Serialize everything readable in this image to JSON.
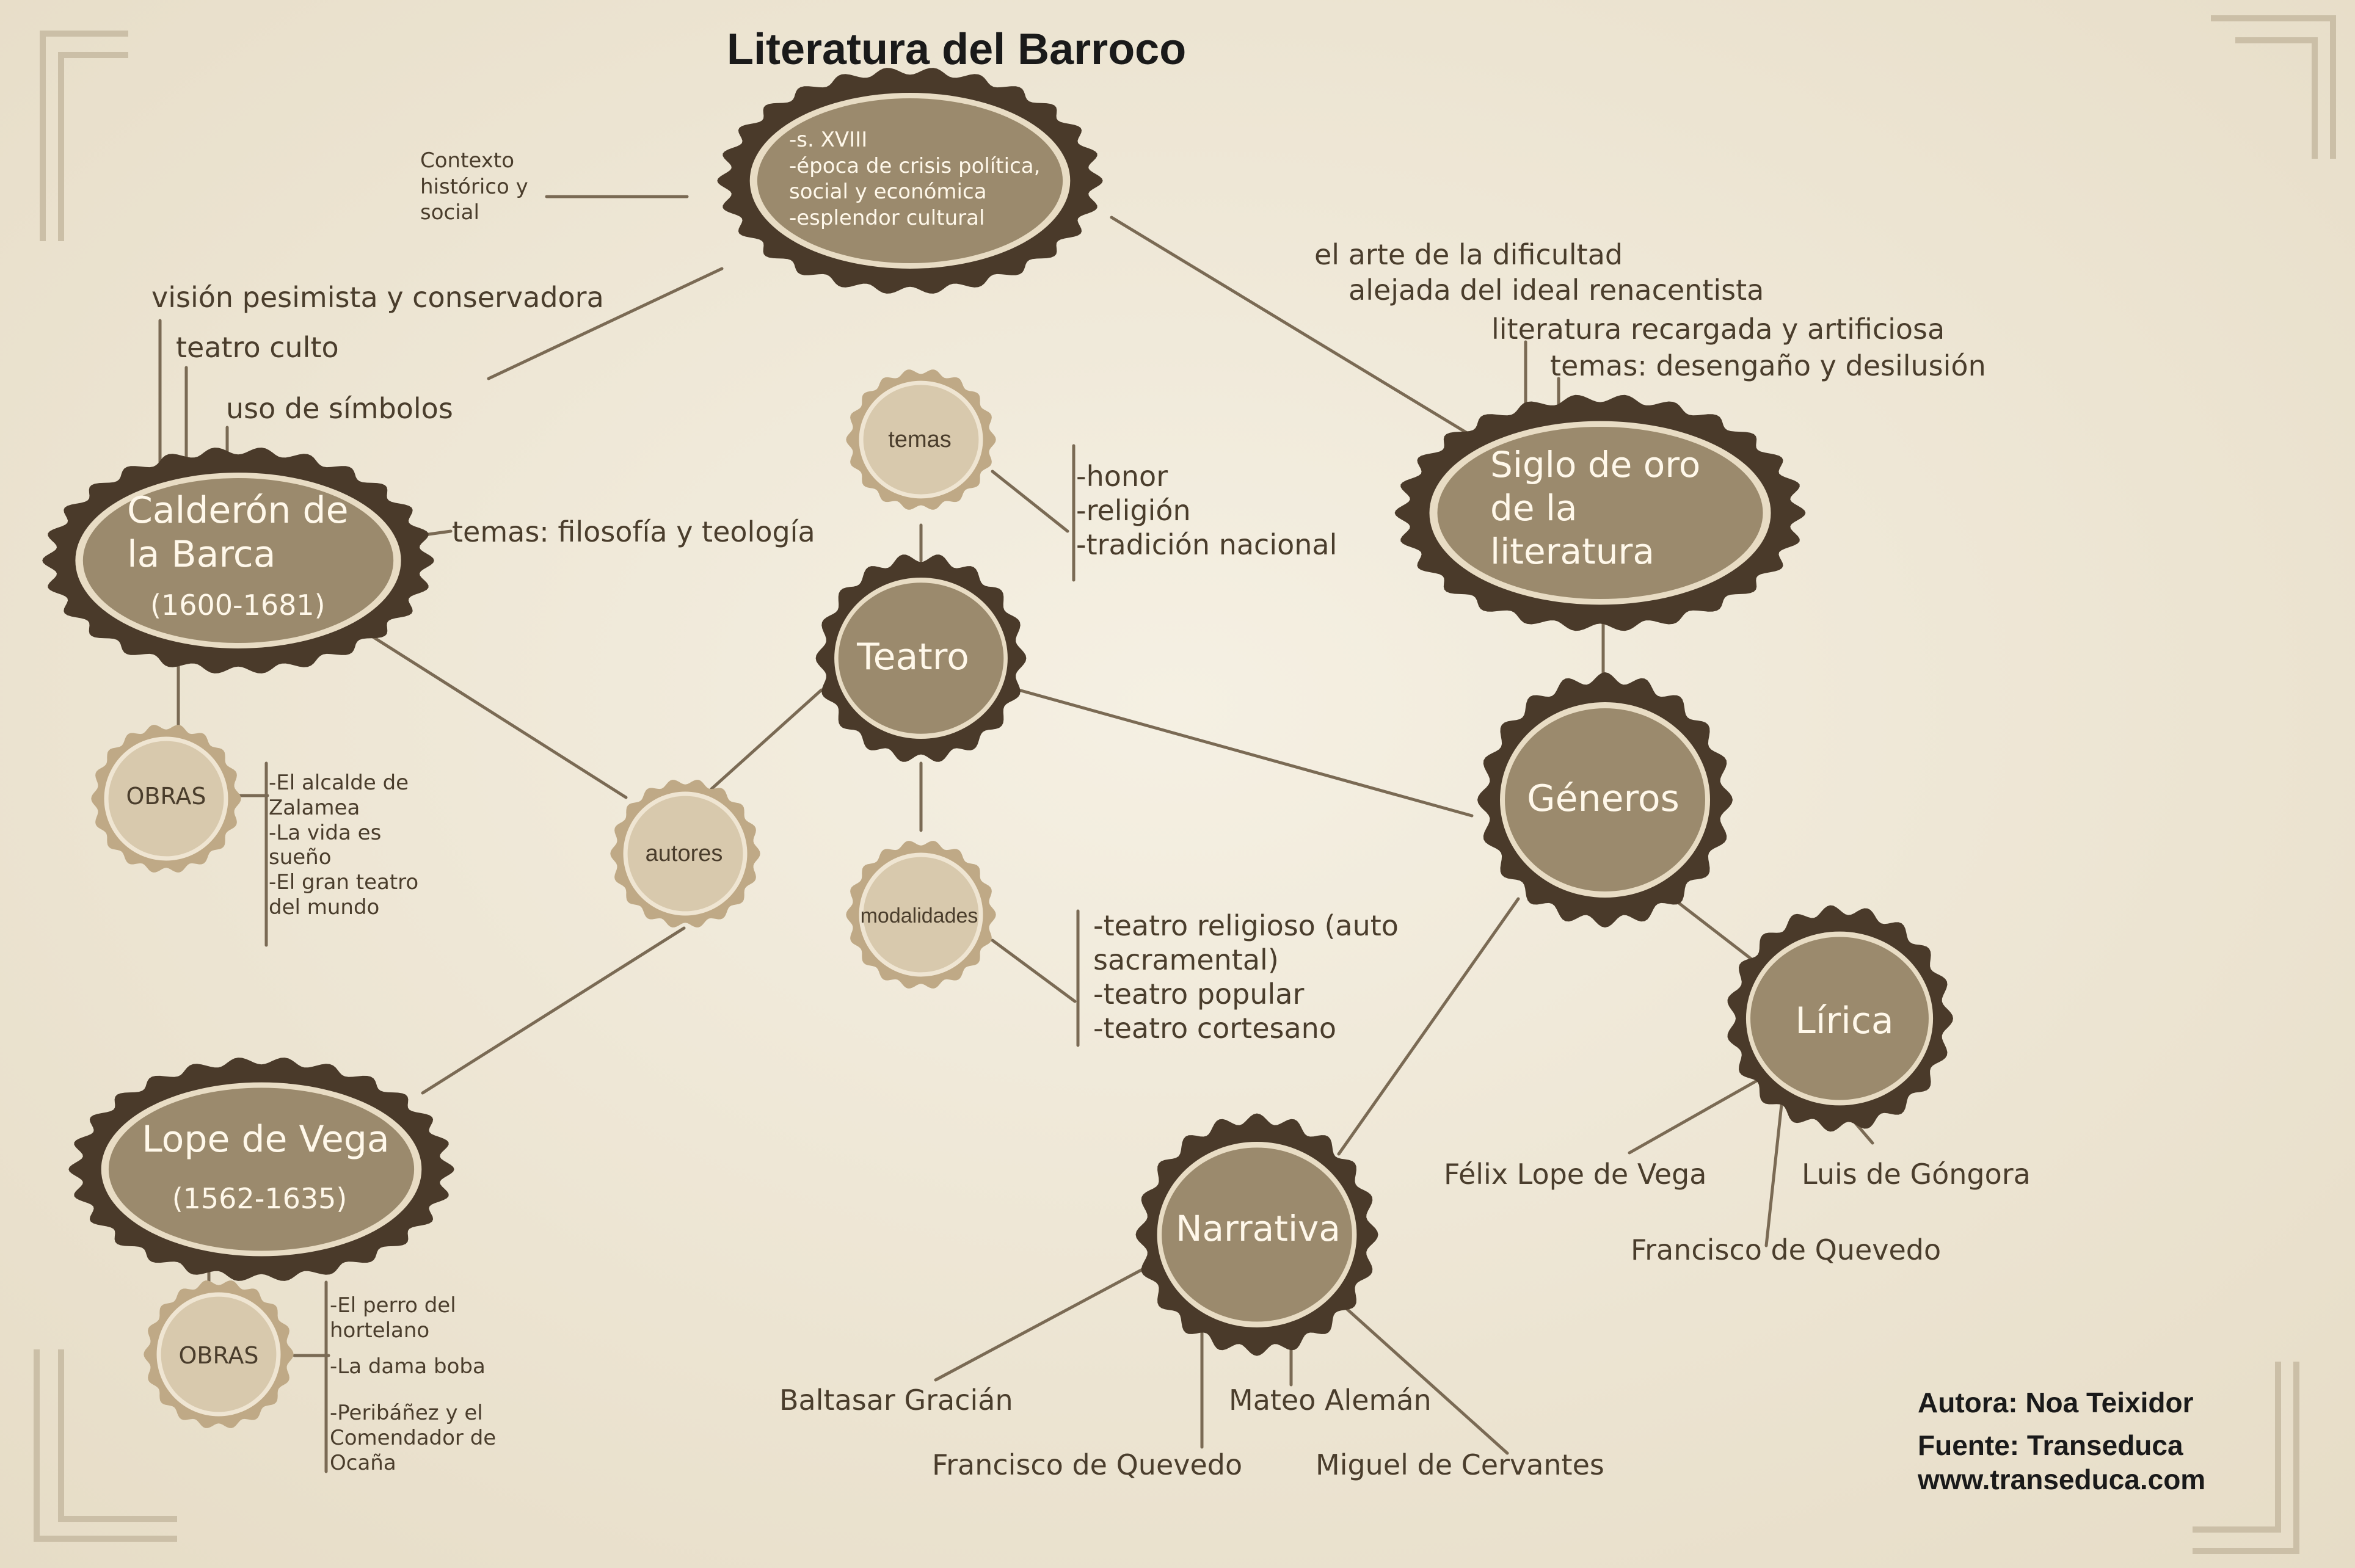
{
  "title": "Literatura del Barroco",
  "colors": {
    "background": "#efe9da",
    "node_dark": "#4a3a2a",
    "node_fill": "#9b8a6d",
    "small_node_fill": "#d8c9ad",
    "small_node_ring": "#bfa986",
    "line": "#7a6a54",
    "text": "#4a3d2c"
  },
  "nodes": {
    "context": {
      "text": "-s. XVIII\n-época de crisis política,\nsocial y económica\n-esplendor cultural"
    },
    "calderon": {
      "name": "Calderón de\nla Barca",
      "dates": "(1600-1681)"
    },
    "siglo_oro": {
      "name": "Siglo de oro\nde la\nliteratura"
    },
    "teatro": {
      "name": "Teatro"
    },
    "temas": {
      "name": "temas"
    },
    "autores": {
      "name": "autores"
    },
    "modalidades": {
      "name": "modalidades"
    },
    "generos": {
      "name": "Géneros"
    },
    "lirica": {
      "name": "Lírica"
    },
    "narrativa": {
      "name": "Narrativa"
    },
    "lope": {
      "name": "Lope de Vega",
      "dates": "(1562-1635)"
    },
    "obras_calderon": {
      "name": "OBRAS"
    },
    "obras_lope": {
      "name": "OBRAS"
    }
  },
  "labels": {
    "contexto": "Contexto\nhistórico y\nsocial",
    "calderon_vision": "visión pesimista y conservadora",
    "calderon_teatro_culto": "teatro culto",
    "calderon_simbolos": "uso de símbolos",
    "calderon_temas": "temas: filosofía y teología",
    "siglo_dificultad": "el arte de la dificultad",
    "siglo_ideal": "alejada del ideal renacentista",
    "siglo_recargada": "literatura recargada y artificiosa",
    "siglo_temas": "temas: desengaño y desilusión",
    "temas_list": "-honor\n-religión\n-tradición nacional",
    "modalidades_list": "-teatro religioso (auto\nsacramental)\n-teatro popular\n-teatro cortesano",
    "obras_calderon_list": "-El alcalde de\nZalamea\n-La vida es\nsueño\n-El gran teatro\ndel mundo",
    "obras_lope_1": "-El perro del\nhortelano",
    "obras_lope_2": "-La dama boba",
    "obras_lope_3": "-Peribáñez y el\nComendador de\nOcaña",
    "lirica_lope": "Félix Lope de Vega",
    "lirica_gongora": "Luis de Góngora",
    "lirica_quevedo": "Francisco de Quevedo",
    "narrativa_gracian": "Baltasar Gracián",
    "narrativa_quevedo": "Francisco de Quevedo",
    "narrativa_aleman": "Mateo Alemán",
    "narrativa_cervantes": "Miguel de Cervantes"
  },
  "credits": {
    "autora": "Autora: Noa Teixidor",
    "fuente": "Fuente: Transeduca",
    "web": "www.transeduca.com"
  }
}
